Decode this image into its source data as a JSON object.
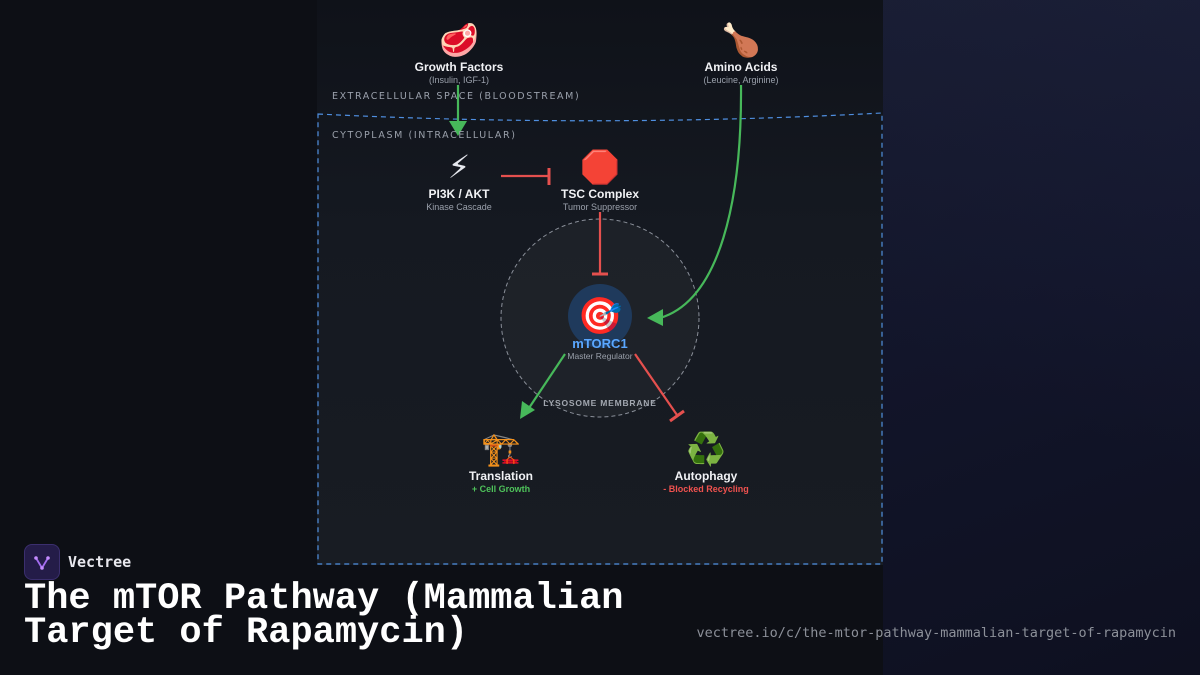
{
  "diagram": {
    "regions": {
      "extracellular": "EXTRACELLULAR SPACE (BLOODSTREAM)",
      "cytoplasm": "CYTOPLASM (INTRACELLULAR)",
      "lysosome": "LYSOSOME MEMBRANE"
    },
    "nodes": {
      "growth_factors": {
        "icon": "🥩",
        "icon_name": "meat-icon",
        "title": "Growth Factors",
        "subtitle": "(Insulin, IGF-1)"
      },
      "amino_acids": {
        "icon": "🍗",
        "icon_name": "poultry-leg-icon",
        "title": "Amino Acids",
        "subtitle": "(Leucine, Arginine)"
      },
      "pi3k_akt": {
        "icon": "⚡",
        "icon_name": "lightning-icon",
        "title": "PI3K / AKT",
        "subtitle": "Kinase Cascade"
      },
      "tsc_complex": {
        "icon": "🛑",
        "icon_name": "stop-sign-icon",
        "title": "TSC Complex",
        "subtitle": "Tumor Suppressor"
      },
      "mtorc1": {
        "icon": "🎯",
        "icon_name": "target-icon",
        "title": "mTORC1",
        "subtitle": "Master Regulator"
      },
      "translation": {
        "icon": "🏗️",
        "icon_name": "crane-icon",
        "title": "Translation",
        "subtitle": "+ Cell Growth"
      },
      "autophagy": {
        "icon": "♻️",
        "icon_name": "recycle-icon",
        "title": "Autophagy",
        "subtitle": "- Blocked Recycling"
      }
    },
    "colors": {
      "activate": "#47b85a",
      "inhibit": "#e5504e",
      "membrane": "#4f8fe0",
      "mtorc_label": "#5aa7ff"
    }
  },
  "brand": {
    "name": "Vectree",
    "logo_icon": "vectree-logo-icon"
  },
  "title": "The mTOR Pathway (Mammalian Target of Rapamycin)",
  "url": "vectree.io/c/the-mtor-pathway-mammalian-target-of-rapamycin"
}
